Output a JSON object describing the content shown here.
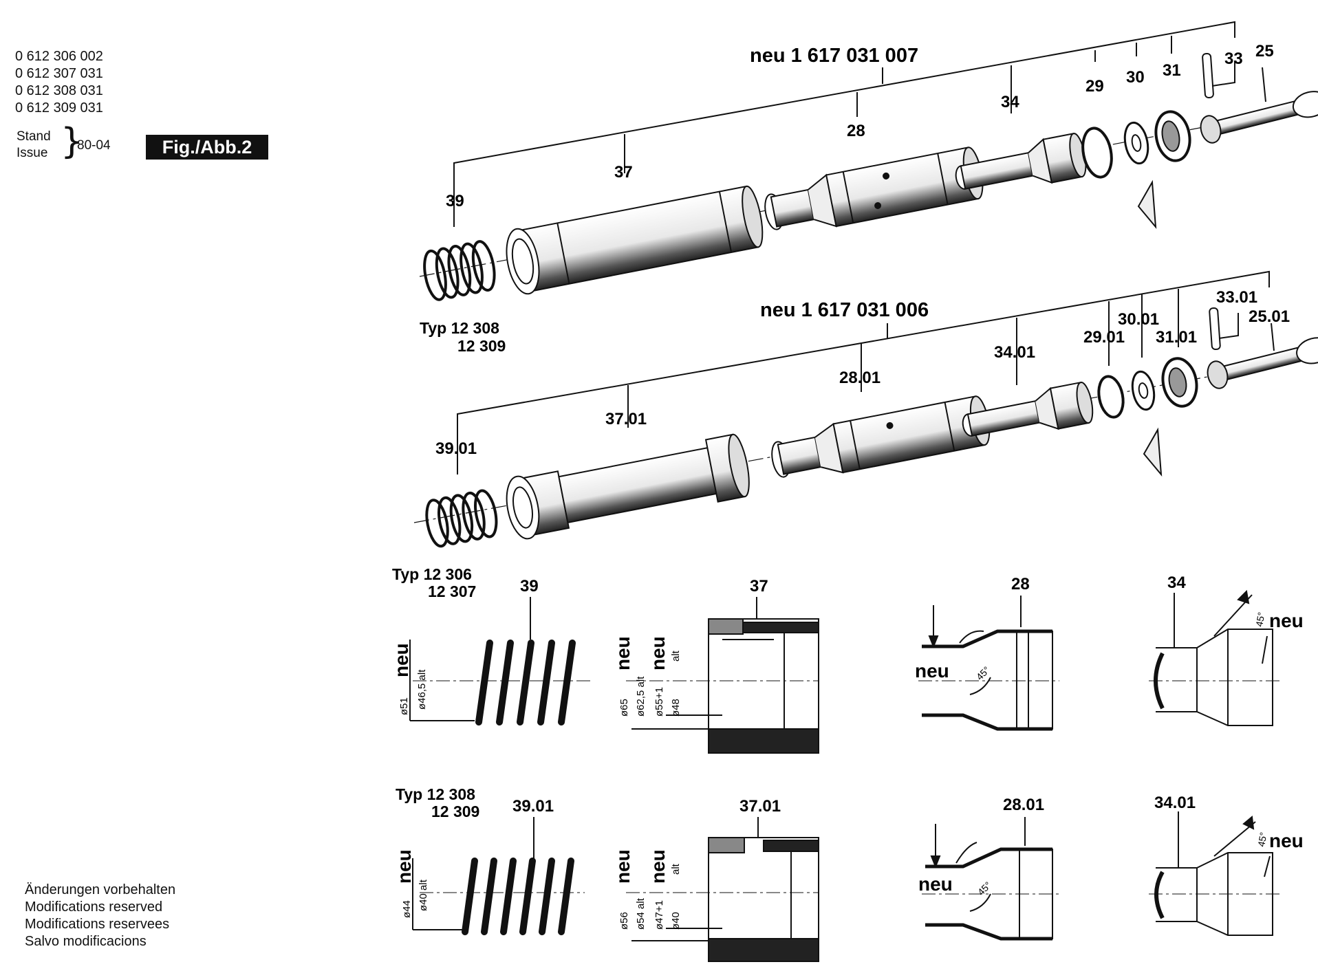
{
  "header": {
    "part_numbers": [
      "0 612 306 002",
      "0 612 307 031",
      "0 612 308 031",
      "0 612 309 031"
    ],
    "stand_label": "Stand",
    "issue_label": "Issue",
    "stand_date": "80-04",
    "figure_label": "Fig./Abb.2"
  },
  "footer": {
    "reserved": [
      "Änderungen vorbehalten",
      "Modifications reserved",
      "Modifications reservees",
      "Salvo modificacions"
    ]
  },
  "kit_upper": {
    "label": "neu 1 617 031 007",
    "callouts": [
      "39",
      "37",
      "28",
      "34",
      "29",
      "30",
      "31",
      "33",
      "25"
    ]
  },
  "kit_lower": {
    "label": "neu 1 617 031 006",
    "type_line1": "Typ  12 308",
    "type_line2": "12 309",
    "callouts": [
      "39.01",
      "37.01",
      "28.01",
      "34.01",
      "29.01",
      "30.01",
      "31.01",
      "33.01",
      "25.01"
    ]
  },
  "detail_upper": {
    "type_line1": "Typ  12 306",
    "type_line2": "12 307",
    "callouts": [
      "39",
      "37",
      "28",
      "34"
    ],
    "spring_dims": {
      "new": "neu",
      "d_new": "ø51",
      "d_old": "ø46,5 alt"
    },
    "housing_dims": {
      "new_a": "neu",
      "d65": "ø65",
      "d62": "ø62,5  alt",
      "new_b": "neu",
      "d55": "ø55+1",
      "alt_b": "alt",
      "d48": "ø48"
    },
    "piston_label": "neu",
    "piston_angle": "45°",
    "striker_label": "neu",
    "striker_angle": "45°"
  },
  "detail_lower": {
    "type_line1": "Typ  12 308",
    "type_line2": "12 309",
    "callouts": [
      "39.01",
      "37.01",
      "28.01",
      "34.01"
    ],
    "spring_dims": {
      "new": "neu",
      "d_new": "ø44",
      "d_old": "ø40 alt"
    },
    "housing_dims": {
      "new_a": "neu",
      "d56": "ø56",
      "d54": "ø54  alt",
      "new_b": "neu",
      "d47": "ø47+1",
      "alt_b": "alt",
      "d40": "ø40"
    },
    "piston_label": "neu",
    "piston_angle": "45°",
    "striker_label": "neu",
    "striker_angle": "45°"
  }
}
